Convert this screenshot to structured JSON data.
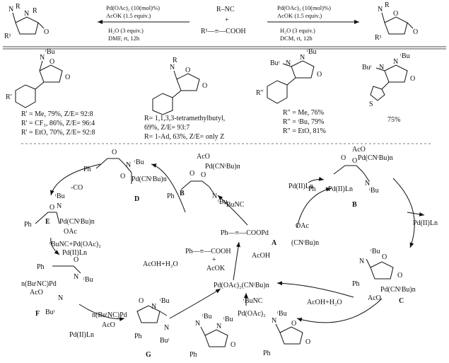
{
  "top": {
    "left_conditions": [
      "Pd(OAc)₂ (10(mol)%)",
      "AcOK (1.5 equiv.)",
      "H₂O (3 equiv.)",
      "DMF, rt, 12h"
    ],
    "right_conditions": [
      "Pd(OAc)₂ (10(mol)%)",
      "AcOK (1.5 equiv.)",
      "H₂O (3 equiv.)",
      "DCM, rt, 12h"
    ],
    "isocyanide": "R–NC",
    "plus": "+",
    "alkynoic_acid": "R¹—≡—COOH",
    "left_product": [
      "N",
      "R",
      "N",
      "R",
      "R¹",
      "O"
    ],
    "right_product": [
      "N",
      "R",
      "R¹",
      "O",
      "O"
    ]
  },
  "examples": [
    {
      "labels": [
        "N",
        "ᵗBu",
        "R'",
        "O",
        "O"
      ],
      "yields": [
        "R' = Me, 79%, Z/E= 92:8",
        "R' = CF₃, 86%, Z/E= 96:4",
        "R' = EtO, 70%, Z/E= 92:8"
      ]
    },
    {
      "labels": [
        "N",
        "R",
        "O",
        "O"
      ],
      "yields": [
        "R= 1,1,3,3-tetramethylbutyl,",
        "69%, Z/E= 93:7",
        "R= 1-Ad, 63%, Z/E= only Z"
      ]
    },
    {
      "labels": [
        "Buᵗ",
        "N",
        "N",
        "ᵗBu",
        "R\"",
        "O"
      ],
      "yields": [
        "R\" = Me, 76%",
        "R\" = ᵗBu, 79%",
        "R\" = EtO, 81%"
      ]
    },
    {
      "labels": [
        "Buᵗ",
        "N",
        "N",
        "ᵗBu",
        "S",
        "O"
      ],
      "yields": [
        "75%"
      ]
    }
  ],
  "mechanism": {
    "A": {
      "letter": "A",
      "lines": [
        "Ph—≡—COOPd",
        "OAc",
        "(CNᵗBu)n"
      ]
    },
    "B_left": {
      "letter": "B",
      "lines": [
        "AcO",
        "Pd(CNᵗBu)n",
        "O",
        "O",
        "N",
        "ᵗBu",
        "Ph"
      ]
    },
    "B_right": {
      "letter": "B",
      "lines": [
        "AcO",
        "Pd(CNᵗBu)n",
        "O",
        "O",
        "N",
        "ᵗBu",
        "Pd(II)Ln",
        "Ph"
      ]
    },
    "C": {
      "letter": "C",
      "lines": [
        "ᵗBu",
        "N",
        "O",
        "O",
        "Ph",
        "Pd(CNᵗBu)n",
        "AcO"
      ]
    },
    "D": {
      "letter": "D",
      "lines": [
        "Ph",
        "O",
        "N",
        "ᵗBu",
        "O",
        "Pd(CNᵗBu)n"
      ]
    },
    "E": {
      "letter": "E",
      "lines": [
        "ᵗBu",
        "Ph",
        "N",
        "Pd(CNᵗBu)n",
        "OAc",
        "O"
      ]
    },
    "F": {
      "letter": "F",
      "lines": [
        "Pd(II)Ln",
        "Ph",
        "O",
        "n(BuᵗNC)Pd",
        "N",
        "ᵗBu",
        "AcO",
        "N",
        "Buᵗ"
      ]
    },
    "G": {
      "letter": "G",
      "lines": [
        "O",
        "N",
        "ᵗBu",
        "n(BuᵗNC)Pd",
        "AcO",
        "N",
        "Buᵗ",
        "Ph"
      ]
    },
    "reagents": {
      "co": "-CO",
      "bunc_pdoac": "ᵗBuNC+Pd(OAc)₂",
      "bunc_center": "ᵗBuNC",
      "pdL_top": "Pd(II)Ln",
      "pdL_right": "Pd(II)Ln",
      "pdL_bottom": "Pd(II)Ln",
      "acoh_h2o_left": "AcOH+H₂O",
      "acoh_h2o_right": "AcOH+H₂O",
      "acid_start": "Ph—≡—COOH",
      "plus": "+",
      "acok": "AcOK",
      "acoh": "AcOH",
      "pd_complex": "Pd(OAc)₂(CNᵗBu)n",
      "bunc_bottom": "ᵗBuNC",
      "pdoac2": "Pd(OAc)₂"
    },
    "product_right": [
      "N",
      "ᵗBu",
      "O",
      "O",
      "Ph"
    ],
    "product_bottom": [
      "N",
      "ᵗBu",
      "N",
      "ᵗBu",
      "Ph",
      "O"
    ]
  }
}
